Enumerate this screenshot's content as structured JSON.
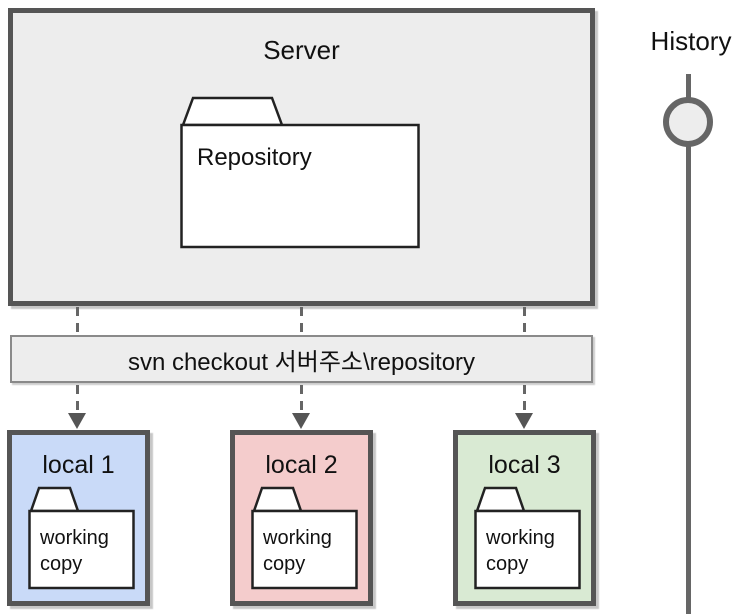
{
  "diagram": {
    "title_context": "SVN checkout concept diagram"
  },
  "colors": {
    "box_fill_gray": "#ededed",
    "box_border_dark": "#555555",
    "connector_gray": "#666666",
    "folder_fill": "#ffffff",
    "folder_border": "#222222",
    "local1_fill": "#c9daf8",
    "local2_fill": "#f4cccc",
    "local3_fill": "#d9ead3"
  },
  "server": {
    "title": "Server",
    "repository_folder_label": "Repository"
  },
  "history": {
    "label": "History"
  },
  "checkout_bar": {
    "command": "svn checkout 서버주소\\repository"
  },
  "locals": [
    {
      "title": "local 1",
      "folder_label": "working copy",
      "fill": "#c9daf8"
    },
    {
      "title": "local 2",
      "folder_label": "working copy",
      "fill": "#f4cccc"
    },
    {
      "title": "local 3",
      "folder_label": "working copy",
      "fill": "#d9ead3"
    }
  ]
}
